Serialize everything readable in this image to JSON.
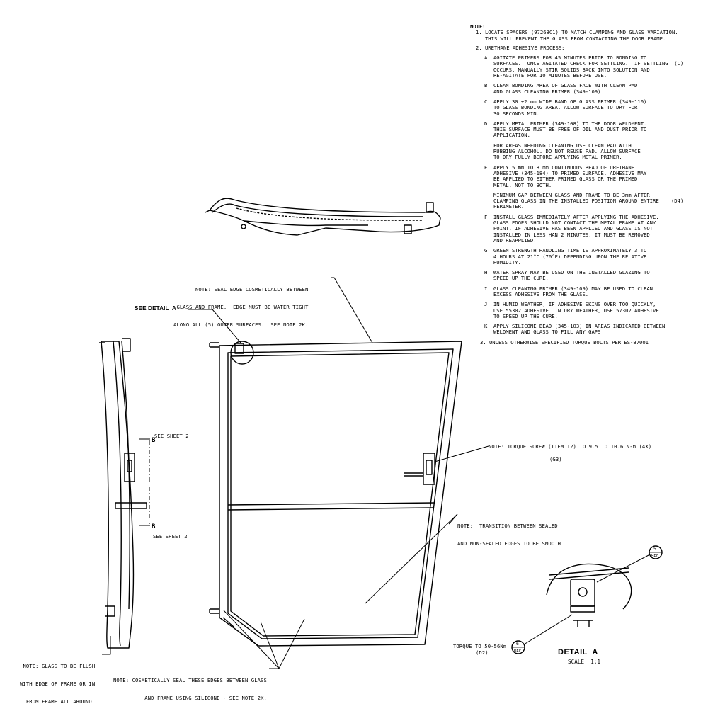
{
  "notes": {
    "heading": "NOTE:",
    "n1": [
      "1. LOCATE SPACERS (97268C1) TO MATCH CLAMPING AND GLASS VARIATION.",
      "   THIS WILL PREVENT THE GLASS FROM CONTACTING THE DOOR FRAME."
    ],
    "n2": "2. URETHANE ADHESIVE PROCESS:",
    "a": [
      "A. AGITATE PRIMERS FOR 45 MINUTES PRIOR TO BONDING TO",
      "   SURFACES.  ONCE AGITATED CHECK FOR SETTLING.  IF SETTLING  (C)",
      "   OCCURS, MANUALLY STIR SOLIDS BACK INTO SOLUTION AND",
      "   RE-AGITATE FOR 10 MINUTES BEFORE USE."
    ],
    "b": [
      "B. CLEAN BONDING AREA OF GLASS FACE WITH CLEAN PAD",
      "   AND GLASS CLEANING PRIMER (349-109)."
    ],
    "c": [
      "C. APPLY 30 ±2 mm WIDE BAND OF GLASS PRIMER (349-110)",
      "   TO GLASS BONDING AREA. ALLOW SURFACE TO DRY FOR",
      "   30 SECONDS MIN."
    ],
    "d": [
      "D. APPLY METAL PRIMER (349-108) TO THE DOOR WELDMENT.",
      "   THIS SURFACE MUST BE FREE OF OIL AND DUST PRIOR TO",
      "   APPLICATION."
    ],
    "d2": [
      "   FOR AREAS NEEDING CLEANING USE CLEAN PAD WITH",
      "   RUBBING ALCOHOL. DO NOT REUSE PAD. ALLOW SURFACE",
      "   TO DRY FULLY BEFORE APPLYING METAL PRIMER."
    ],
    "e": [
      "E. APPLY 5 mm TO 8 mm CONTINUOUS BEAD OF URETHANE",
      "   ADHESIVE (345-184) TO PRIMED SURFACE. ADHESIVE MAY",
      "   BE APPLIED TO EITHER PRIMED GLASS OR THE PRIMED",
      "   METAL, NOT TO BOTH."
    ],
    "e2": [
      "   MINIMUM GAP BETWEEN GLASS AND FRAME TO BE 3mm AFTER",
      "   CLAMPING GLASS IN THE INSTALLED POSITION AROUND ENTIRE    (D4)",
      "   PERIMETER."
    ],
    "f": [
      "F. INSTALL GLASS IMMEDIATELY AFTER APPLYING THE ADHESIVE.",
      "   GLASS EDGES SHOULD NOT CONTACT THE METAL FRAME AT ANY",
      "   POINT. IF ADHESIVE HAS BEEN APPLIED AND GLASS IS NOT",
      "   INSTALLED IN LESS HAN 2 MINUTES, IT MUST BE REMOVED",
      "   AND REAPPLIED."
    ],
    "g": [
      "G. GREEN STRENGTH HANDLING TIME IS APPROXIMATELY 3 TO",
      "   4 HOURS AT 21°C (70°F) DEPENDING UPON THE RELATIVE",
      "   HUMIDITY."
    ],
    "h": [
      "H. WATER SPRAY MAY BE USED ON THE INSTALLED GLAZING TO",
      "   SPEED UP THE CURE."
    ],
    "i": [
      "I. GLASS CLEANING PRIMER (349-109) MAY BE USED TO CLEAN",
      "   EXCESS ADHESIVE FROM THE GLASS."
    ],
    "j": [
      "J. IN HUMID WEATHER, IF ADHESIVE SKINS OVER TOO QUICKLY,",
      "   USE 55302 ADHESIVE. IN DRY WEATHER, USE 57302 ADHESIVE",
      "   TO SPEED UP THE CURE."
    ],
    "k": [
      "K. APPLY SILICONE BEAD (345-103) IN AREAS INDICATED BETWEEN",
      "   WELDMENT AND GLASS TO FILL ANY GAPS"
    ],
    "n3": "3. UNLESS OTHERWISE SPECIFIED TORQUE BOLTS PER ES-B7001"
  },
  "callouts": {
    "seal_edge": [
      "NOTE: SEAL EDGE COSMETICALLY BETWEEN",
      "GLASS AND FRAME.  EDGE MUST BE WATER TIGHT",
      "ALONG ALL (5) OUTER SURFACES.  SEE NOTE 2K."
    ],
    "see_detail": "SEE DETAIL  A",
    "see_sheet_top": "SEE SHEET 2",
    "see_sheet_bottom": "SEE SHEET 2",
    "section_mark": "B",
    "torque_screw": "NOTE: TORQUE SCREW (ITEM 12) TO 9.5 TO 10.6 N-m (4X).",
    "g3": "(G3)",
    "transition": [
      "NOTE:  TRANSITION BETWEEN SEALED",
      "AND NON-SEALED EDGES TO BE SMOOTH"
    ],
    "glass_flush": [
      "NOTE: GLASS TO BE FLUSH",
      "WITH EDGE OF FRAME OR IN",
      "FROM FRAME ALL AROUND."
    ],
    "cosmetic_seal": [
      "NOTE: COSMETICALLY SEAL THESE EDGES BETWEEN GLASS",
      "AND FRAME USING SILICONE - SEE NOTE 2K."
    ],
    "torque_detail": "TORQUE TO 50-56Nm",
    "d2": "(D2)",
    "balloon_5": "5",
    "balloon_6": "6",
    "balloon_ref": "REF",
    "detail_title": "DETAIL  A",
    "detail_scale": "SCALE  1:1"
  }
}
